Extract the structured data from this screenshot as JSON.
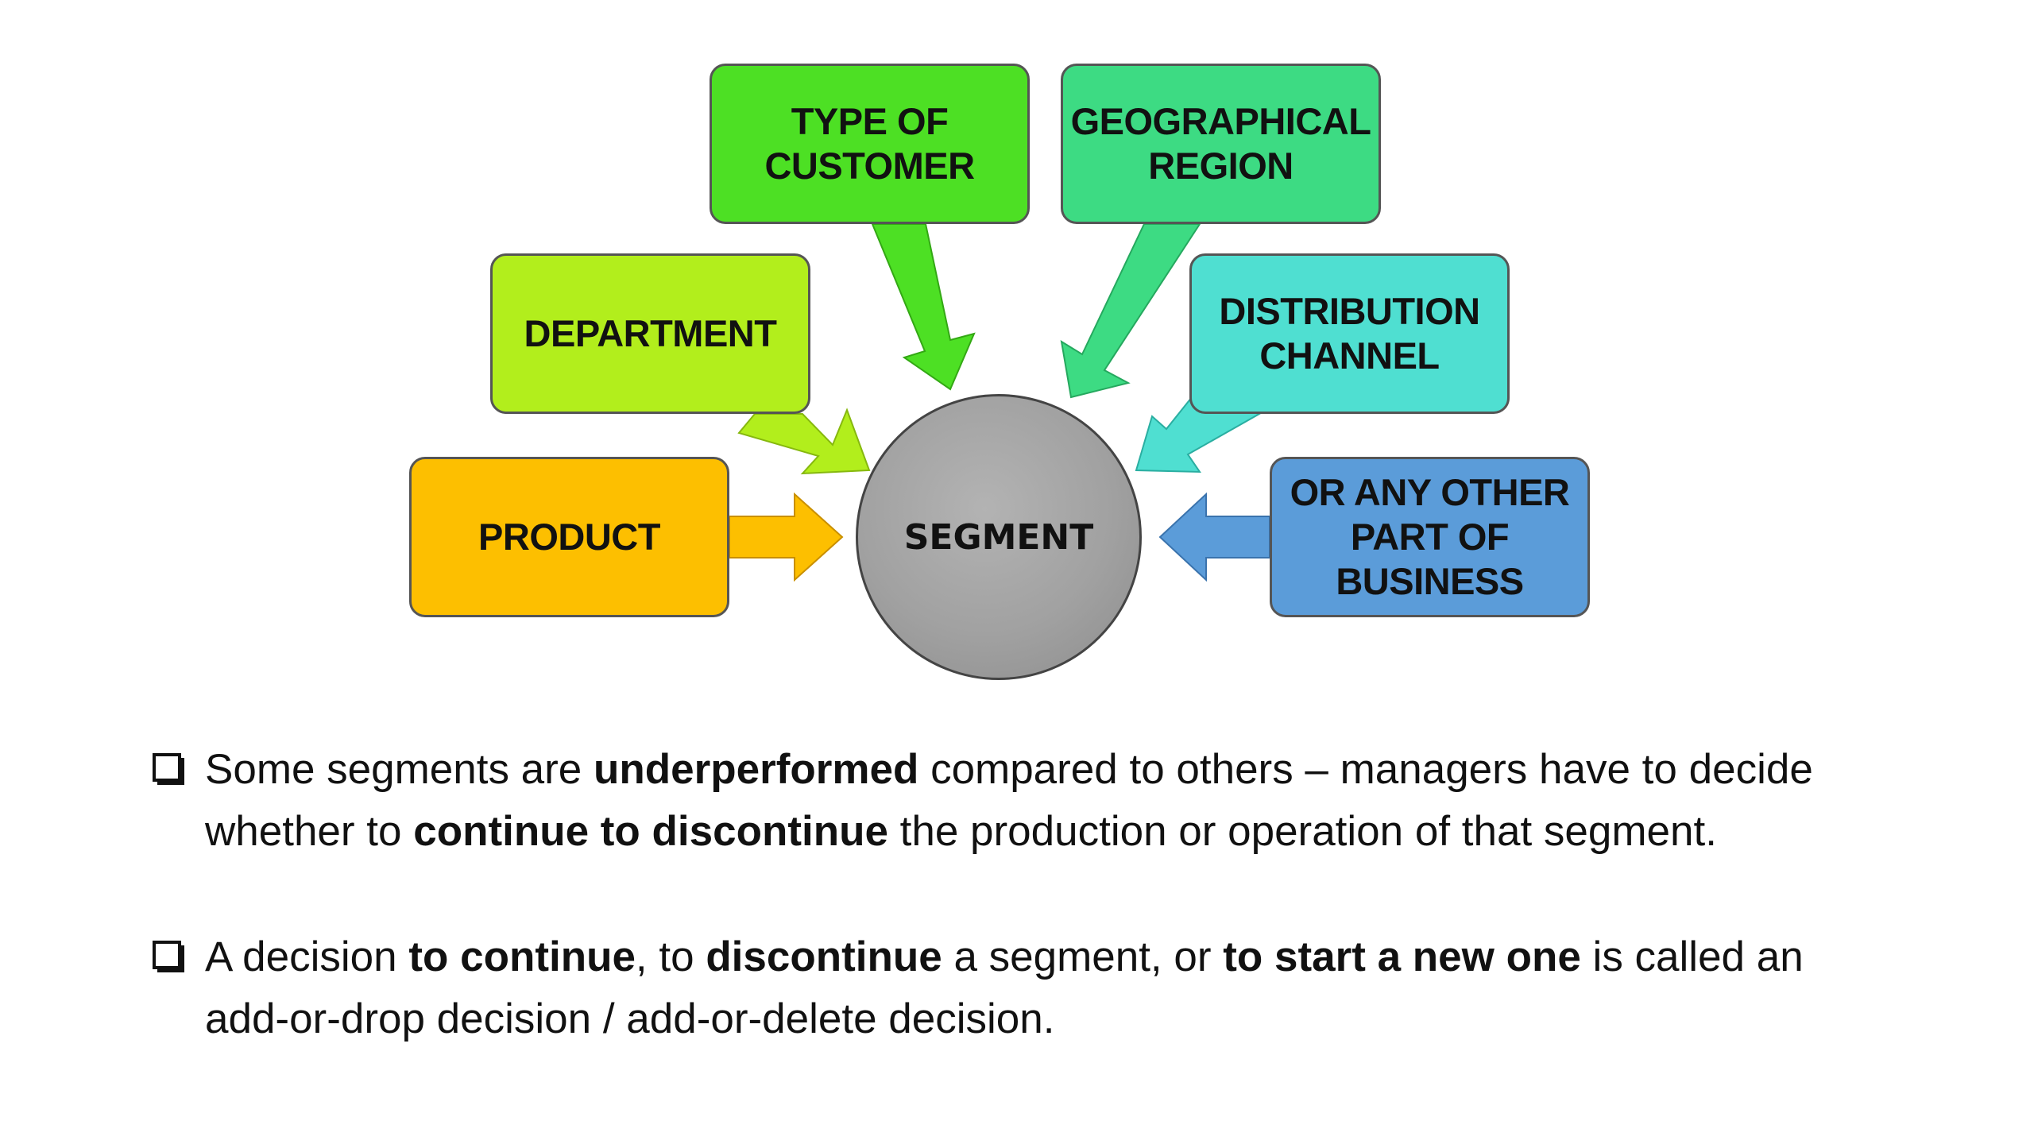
{
  "diagram": {
    "center": "SEGMENT",
    "boxes": {
      "type_of_customer": "TYPE OF\nCUSTOMER",
      "geographical_region": "GEOGRAPHICAL\nREGION",
      "department": "DEPARTMENT",
      "distribution_channel": "DISTRIBUTION\nCHANNEL",
      "product": "PRODUCT",
      "other_part": "OR ANY OTHER\nPART OF\nBUSINESS"
    },
    "colors": {
      "type_of_customer": "#4de024",
      "geographical_region": "#3ddb83",
      "department": "#b2ee1c",
      "distribution_channel": "#4fdfd1",
      "product": "#fdbf00",
      "other_part": "#5b9cd9",
      "segment": "#a6a6a6"
    }
  },
  "bullets": [
    {
      "icon": "checkbox-icon",
      "parts": [
        {
          "text": "Some segments are ",
          "bold": false
        },
        {
          "text": "underperformed",
          "bold": true
        },
        {
          "text": " compared to others – managers have to decide whether to ",
          "bold": false
        },
        {
          "text": "continue to discontinue",
          "bold": true
        },
        {
          "text": " the production or operation of that segment.",
          "bold": false
        }
      ]
    },
    {
      "icon": "checkbox-icon",
      "parts": [
        {
          "text": "A decision ",
          "bold": false
        },
        {
          "text": "to continue",
          "bold": true
        },
        {
          "text": ", to ",
          "bold": false
        },
        {
          "text": "discontinue",
          "bold": true
        },
        {
          "text": " a segment, or ",
          "bold": false
        },
        {
          "text": "to start a new one",
          "bold": true
        },
        {
          "text": " is called an add-or-drop decision / add-or-delete decision.",
          "bold": false
        }
      ]
    }
  ]
}
